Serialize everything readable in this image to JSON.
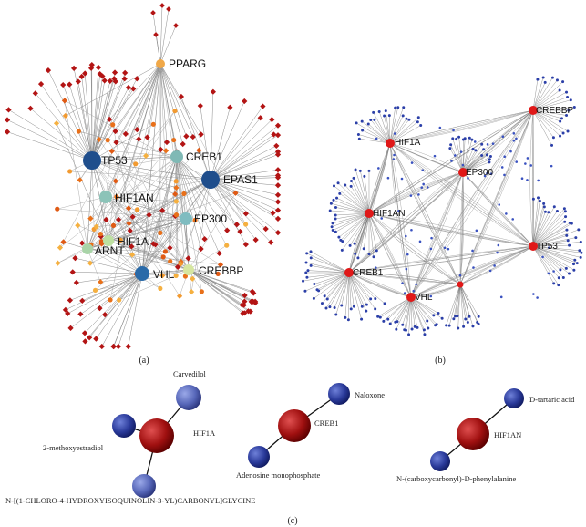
{
  "panel_a": {
    "caption": "(a)",
    "hubs": [
      {
        "id": "TP53",
        "label": "TP53",
        "color": "#1f4e8c"
      },
      {
        "id": "EPAS1",
        "label": "EPAS1",
        "color": "#1f4e8c"
      },
      {
        "id": "VHL",
        "label": "VHL",
        "color": "#2a6aa8"
      },
      {
        "id": "CREB1",
        "label": "CREB1",
        "color": "#7fb9b5"
      },
      {
        "id": "HIF1AN",
        "label": "HIF1AN",
        "color": "#8cc3b8"
      },
      {
        "id": "EP300",
        "label": "EP300",
        "color": "#7fbcc0"
      },
      {
        "id": "ARNT",
        "label": "ARNT",
        "color": "#a9d4a8"
      },
      {
        "id": "HIF1A",
        "label": "HIF1A",
        "color": "#bde0a0"
      },
      {
        "id": "CREBBP",
        "label": "CREBBP",
        "color": "#d6e6a0"
      },
      {
        "id": "PPARG",
        "label": "PPARG",
        "color": "#f0a848"
      }
    ]
  },
  "panel_b": {
    "caption": "(b)",
    "hubs": [
      {
        "id": "HIF1A",
        "label": "HIF1A"
      },
      {
        "id": "EP300",
        "label": "EP300"
      },
      {
        "id": "CREBBP",
        "label": "CREBBP"
      },
      {
        "id": "HIF1AN",
        "label": "HIF1AN"
      },
      {
        "id": "TP53",
        "label": "TP53"
      },
      {
        "id": "CREB1",
        "label": "CREB1"
      },
      {
        "id": "VHL",
        "label": "VHL"
      }
    ]
  },
  "panel_c": {
    "caption": "(c)",
    "groups": [
      {
        "target": "HIF1A",
        "drugs": [
          "Carvedilol",
          "2-methoxyestradiol",
          "N-[(1-CHLORO-4-HYDROXYISOQUINOLIN-3-YL)CARBONYL]GLYCINE"
        ]
      },
      {
        "target": "CREB1",
        "drugs": [
          "Naloxone",
          "Adenosine monophosphate"
        ]
      },
      {
        "target": "HIF1AN",
        "drugs": [
          "D-tartaric acid",
          "N-(carboxycarbonyl)-D-phenylalanine"
        ]
      }
    ]
  }
}
